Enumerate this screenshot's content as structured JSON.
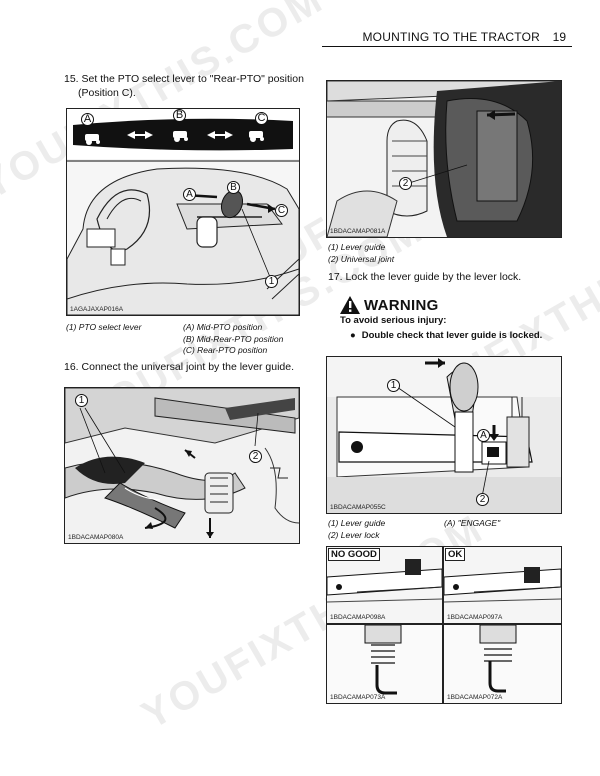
{
  "header": {
    "section_title": "MOUNTING TO THE TRACTOR",
    "page_number": "19"
  },
  "steps": {
    "step15": {
      "number": "15.",
      "text_line1": "Set the PTO select lever to \"Rear-PTO\" position",
      "text_line2": "(Position C)."
    },
    "step16": {
      "number": "16.",
      "text": "Connect the universal joint by the lever guide."
    },
    "step17": {
      "number": "17.",
      "text": "Lock the lever guide by the lever lock."
    }
  },
  "figures": {
    "fig1": {
      "code": "1AGAJAXAP016A",
      "markers": [
        "A",
        "B",
        "C",
        "A",
        "B",
        "C",
        "1"
      ]
    },
    "fig2": {
      "code": "1BDACAMAP080A",
      "markers": [
        "1",
        "2"
      ]
    },
    "fig3": {
      "code": "1BDACAMAP081A",
      "markers": [
        "2"
      ]
    },
    "fig4": {
      "code": "1BDACAMAP055C",
      "markers": [
        "1",
        "A",
        "2"
      ]
    },
    "fig5": {
      "code": "1BDACAMAP098A",
      "label": "NO GOOD"
    },
    "fig6": {
      "code": "1BDACAMAP097A",
      "label": "OK"
    },
    "fig7": {
      "code": "1BDACAMAP073A"
    },
    "fig8": {
      "code": "1BDACAMAP072A"
    }
  },
  "captions": {
    "fig1": {
      "c1": "(1) PTO select lever",
      "a": "(A) Mid-PTO position",
      "b": "(B) Mid-Rear-PTO position",
      "c": "(C) Rear-PTO position"
    },
    "fig3": {
      "c1": "(1) Lever guide",
      "c2": "(2) Universal joint"
    },
    "fig4": {
      "c1": "(1) Lever guide",
      "c2": "(2) Lever lock",
      "a": "(A) \"ENGAGE\""
    }
  },
  "warning": {
    "title": "WARNING",
    "subtitle": "To avoid serious injury:",
    "bullet": "Double check that lever guide is locked."
  },
  "watermark": {
    "text": "YOUFIXTHIS.COM"
  },
  "colors": {
    "ink": "#111111",
    "bg": "#ffffff",
    "figbg": "#f4f4f4"
  }
}
